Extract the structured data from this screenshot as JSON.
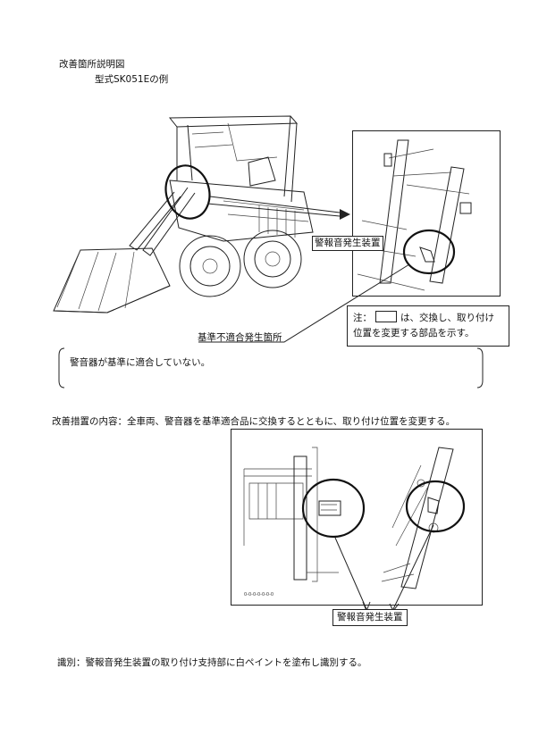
{
  "header": {
    "title": "改善箇所説明図",
    "subtitle": "型式SK051Eの例"
  },
  "figure1": {
    "callout_device": "警報音発生装置",
    "callout_defect": "基準不適合発生箇所",
    "note_prefix": "注：",
    "note_line1": "は、交換し、取り付け",
    "note_line2": "位置を変更する部品を示す。"
  },
  "defect": {
    "text": "警音器が基準に適合していない。"
  },
  "measure": {
    "label": "改善措置の内容：",
    "text": "全車両、警音器を基準適合品に交換するとともに、取り付け位置を変更する。"
  },
  "figure2": {
    "callout_device": "警報音発生装置",
    "drawing_code": "0-0-0-0-0-0-0"
  },
  "identification": {
    "label": "識別：",
    "text": "警報音発生装置の取り付け支持部に白ペイントを塗布し識別する。"
  }
}
